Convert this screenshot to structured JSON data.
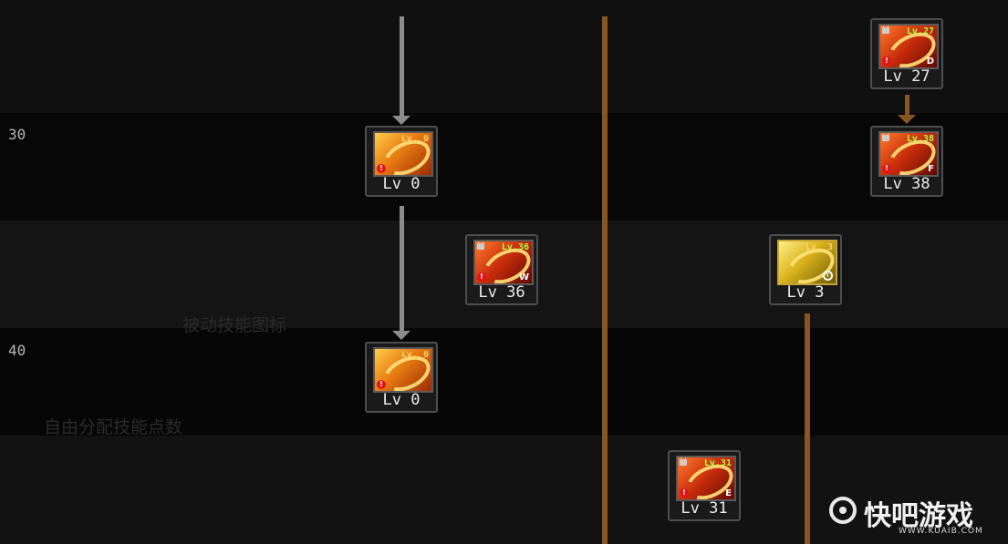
{
  "row_labels": [
    "30",
    "40"
  ],
  "background_text": [
    "被动技能图标",
    "自由分配技能点数"
  ],
  "skills": [
    {
      "level_label": "Lv 0",
      "req_label": "Lv. 0",
      "grade": "",
      "locked": false,
      "style": "normal"
    },
    {
      "level_label": "Lv 0",
      "req_label": "Lv. 0",
      "grade": "",
      "locked": false,
      "style": "normal"
    },
    {
      "level_label": "Lv 36",
      "req_label": "Lv.36",
      "grade": "W",
      "locked": true,
      "style": "locked"
    },
    {
      "level_label": "Lv 31",
      "req_label": "Lv.31",
      "grade": "E",
      "locked": true,
      "style": "locked"
    },
    {
      "level_label": "Lv 3",
      "req_label": "Lv. 3",
      "grade": "",
      "locked": false,
      "style": "gold"
    },
    {
      "level_label": "Lv 27",
      "req_label": "Lv.27",
      "grade": "D",
      "locked": true,
      "style": "locked"
    },
    {
      "level_label": "Lv 38",
      "req_label": "Lv.38",
      "grade": "F",
      "locked": true,
      "style": "locked"
    }
  ],
  "watermark": {
    "name": "快吧游戏",
    "url": "WWW.KUAIB.COM"
  },
  "colors": {
    "connector_brown": "#8a5524",
    "connector_gray": "#8c8c8c",
    "level_text": "#ececec",
    "req_text_locked": "#a7ff41"
  },
  "icons": [
    "lock-icon",
    "warning-icon",
    "clock-icon",
    "kuaiba-logo-icon"
  ]
}
